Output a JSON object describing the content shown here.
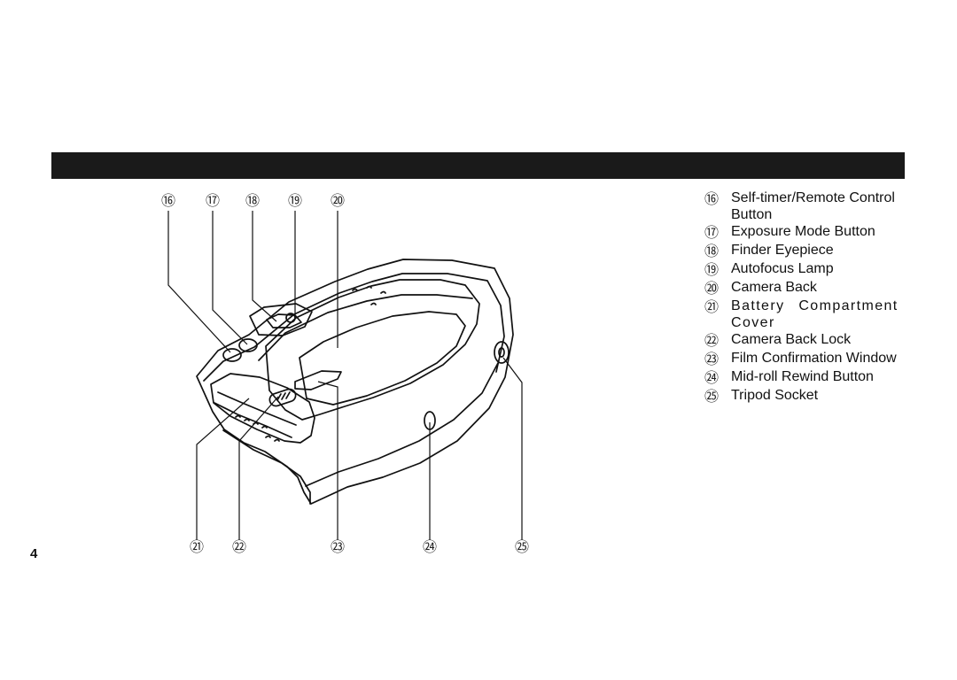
{
  "page": {
    "number": "4"
  },
  "callouts": {
    "top": [
      "⑯",
      "⑰",
      "⑱",
      "⑲",
      "⑳"
    ],
    "bottom": [
      "㉑",
      "㉒",
      "㉓",
      "㉔",
      "㉕"
    ]
  },
  "legend": {
    "items": [
      {
        "num": "⑯",
        "label": "Self-timer/Remote Control Button"
      },
      {
        "num": "⑰",
        "label": "Exposure Mode Button"
      },
      {
        "num": "⑱",
        "label": "Finder Eyepiece"
      },
      {
        "num": "⑲",
        "label": "Autofocus Lamp"
      },
      {
        "num": "⑳",
        "label": "Camera Back"
      },
      {
        "num": "㉑",
        "label": "Battery Compartment Cover"
      },
      {
        "num": "㉒",
        "label": "Camera Back Lock"
      },
      {
        "num": "㉓",
        "label": "Film Confirmation Window"
      },
      {
        "num": "㉔",
        "label": "Mid-roll Rewind Button"
      },
      {
        "num": "㉕",
        "label": "Tripod Socket"
      }
    ]
  }
}
